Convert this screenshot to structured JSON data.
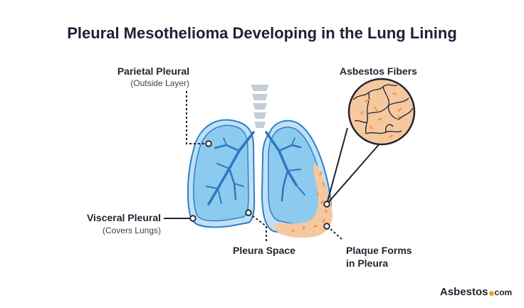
{
  "title": "Pleural Mesothelioma Developing in the Lung Lining",
  "labels": {
    "parietal": {
      "name": "Parietal Pleural",
      "note": "(Outside Layer)"
    },
    "visceral": {
      "name": "Visceral Pleural",
      "note": "(Covers Lungs)"
    },
    "pleura_space": "Pleura Space",
    "asbestos_fibers": "Asbestos Fibers",
    "plaque_line1": "Plaque Forms",
    "plaque_line2": "in Pleura"
  },
  "brand": {
    "name": "Asbestos",
    "suffix": "com"
  },
  "colors": {
    "outer_pleura": "#bfe0f7",
    "lung_fill": "#8ccbef",
    "outline": "#2f7fc4",
    "airway": "#2e76bd",
    "trachea": "#c5cdd6",
    "plaque": "#f6c8a0",
    "fiber": "#f29440",
    "title": "#1c2233",
    "brand_dot": "#f2a03a"
  }
}
